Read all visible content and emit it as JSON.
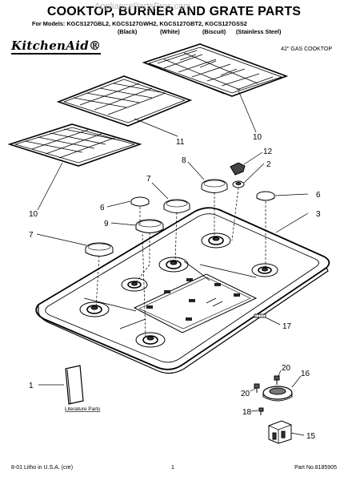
{
  "header": {
    "title": "COOKTOP, BURNER AND GRATE PARTS",
    "watermark": "AppliancePartsPros.com",
    "models_line": "For Models: KGCS127GBL2, KGCS127GWH2, KGCS127GBT2, KGCS127GSS2",
    "colors": [
      "(Black)",
      "(White)",
      "(Biscuit)",
      "(Stainless Steel)"
    ],
    "brand": "KitchenAid®",
    "model_description": "42\" GAS COOKTOP"
  },
  "callouts": [
    "1",
    "3",
    "6",
    "6",
    "7",
    "7",
    "8",
    "9",
    "10",
    "10",
    "11",
    "12",
    "2",
    "15",
    "16",
    "17",
    "18",
    "20",
    "20"
  ],
  "literature_label": "Literature Parts",
  "footer": {
    "left": "8-01 Litho in U.S.A. (cre)",
    "page": "1",
    "part_no": "Part No.8185905"
  }
}
